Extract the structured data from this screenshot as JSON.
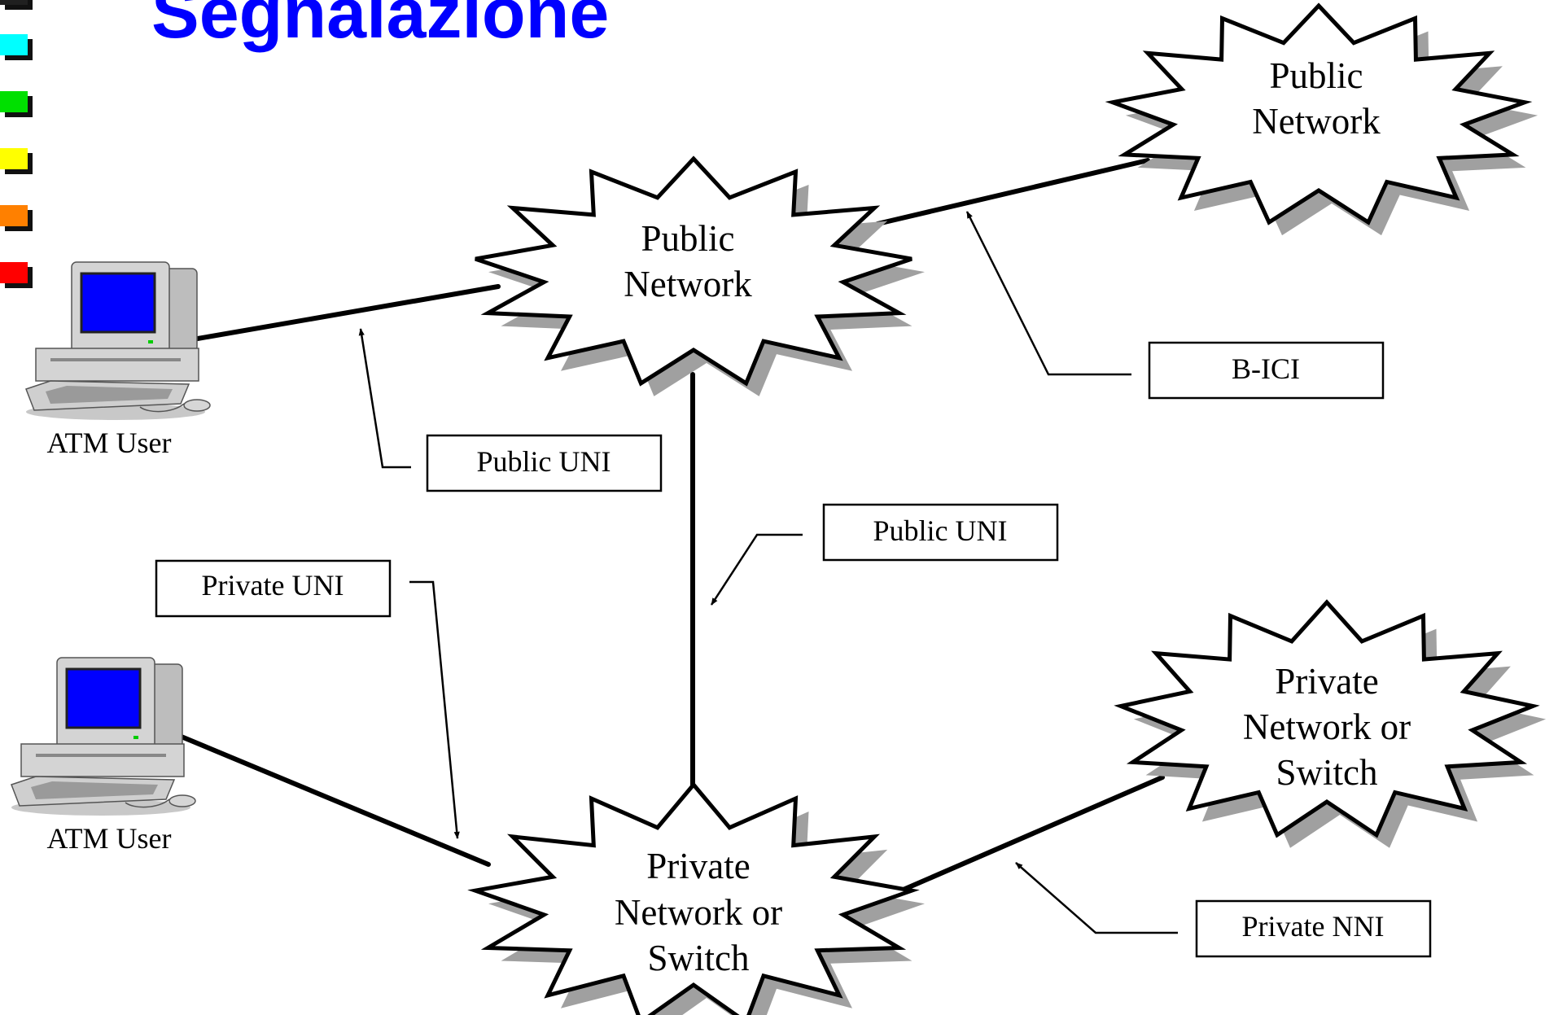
{
  "slide": {
    "title": "Segnalazione",
    "title_color": "#0000FF",
    "bullet_colors": [
      "#202020",
      "#00FFFF",
      "#00E000",
      "#FFFF00",
      "#FF8000",
      "#FF0000"
    ]
  },
  "diagram": {
    "nodes": {
      "public_network_top": {
        "lines": [
          "Public",
          "Network"
        ]
      },
      "public_network_center": {
        "lines": [
          "Public",
          "Network"
        ]
      },
      "private_network_right": {
        "lines": [
          "Private",
          "Network or",
          "Switch"
        ]
      },
      "private_network_bottom": {
        "lines": [
          "Private",
          "Network or",
          "Switch"
        ]
      }
    },
    "users": {
      "user_top": {
        "label": "ATM User"
      },
      "user_bottom": {
        "label": "ATM User"
      }
    },
    "labels": {
      "b_ici": "B-ICI",
      "public_uni_left": "Public UNI",
      "public_uni_center": "Public UNI",
      "private_uni": "Private UNI",
      "private_nni": "Private NNI"
    },
    "colors": {
      "cloud_fill": "#FFFFFF",
      "cloud_shadow": "#A0A0A0",
      "stroke": "#000000",
      "screen": "#0000FF",
      "computer_body": "#D4D4D4"
    }
  }
}
